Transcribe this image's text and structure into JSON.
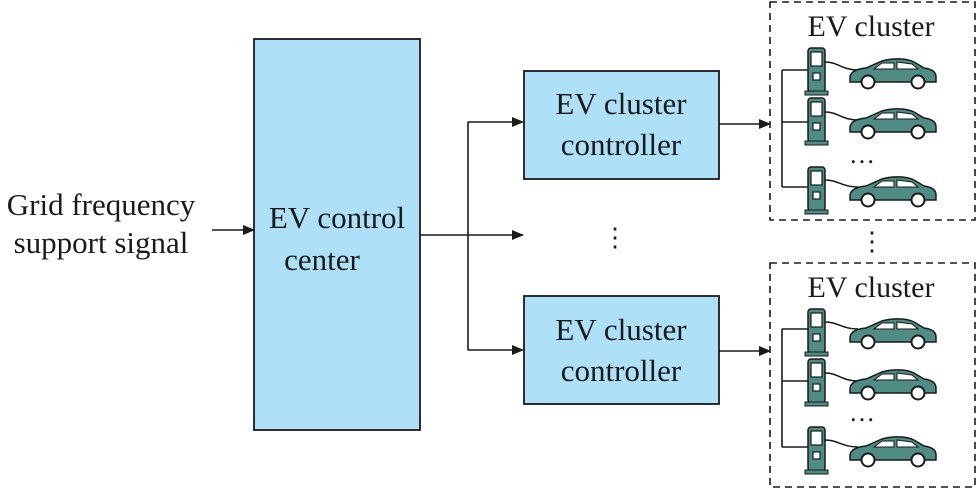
{
  "input_signal": {
    "line1": "Grid frequency",
    "line2": "support signal"
  },
  "control_center": {
    "line1": "EV control",
    "line2": "center"
  },
  "cluster_controllers": [
    {
      "line1": "EV cluster",
      "line2": "controller"
    },
    {
      "line1": "EV cluster",
      "line2": "controller"
    }
  ],
  "middle_ellipsis": "⋮",
  "between_clusters_ellipsis": "⋮",
  "clusters": [
    {
      "title": "EV cluster",
      "chargers_shown": 3,
      "ellipsis": "…"
    },
    {
      "title": "EV cluster",
      "chargers_shown": 3,
      "ellipsis": "…"
    }
  ],
  "colors": {
    "box_fill": "#aee0f8",
    "line": "#1a1a1a",
    "charger_fill": "#4e8c84",
    "car_fill": "#4e8c84"
  }
}
